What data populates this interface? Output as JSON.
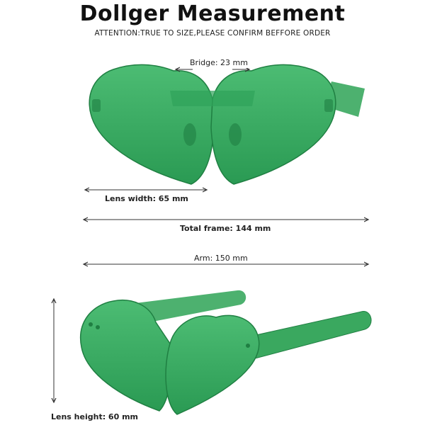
{
  "title": "Dollger Measurement",
  "attention": "ATTENTION:TRUE TO SIZE,PLEASE CONFIRM BEFFORE ORDER",
  "measurements": {
    "bridge": "Bridge: 23 mm",
    "lens_width": "Lens width: 65 mm",
    "total_frame": "Total frame: 144 mm",
    "arm": "Arm: 150 mm",
    "lens_height": "Lens height: 60 mm"
  },
  "colors": {
    "lens": "#2fa35a",
    "lens_light": "#5cc47e",
    "lens_dark": "#1f7f42",
    "arm": "#3aa85f",
    "guide": "#333333"
  },
  "illustrations": [
    "heart-sunglasses-front",
    "heart-sunglasses-angled"
  ]
}
